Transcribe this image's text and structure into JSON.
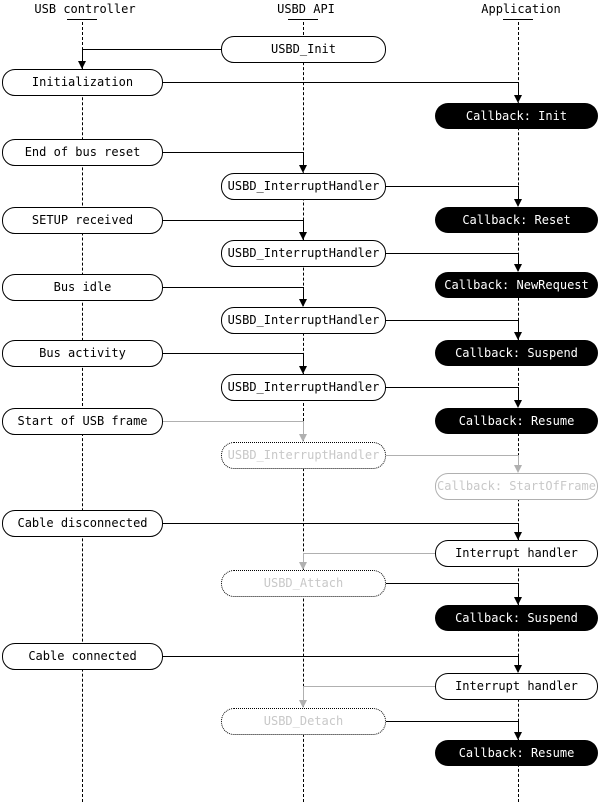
{
  "diagram": {
    "lifelines": [
      {
        "label": "USB controller"
      },
      {
        "label": "USBD API"
      },
      {
        "label": "Application"
      }
    ],
    "nodes": {
      "usbd_init": "USBD_Init",
      "initialization": "Initialization",
      "cb_init": "Callback: Init",
      "end_of_bus_reset": "End of bus reset",
      "ih1": "USBD_InterruptHandler",
      "setup_received": "SETUP received",
      "cb_reset": "Callback: Reset",
      "ih2": "USBD_InterruptHandler",
      "bus_idle": "Bus idle",
      "cb_newrequest": "Callback: NewRequest",
      "ih3": "USBD_InterruptHandler",
      "bus_activity": "Bus activity",
      "cb_suspend1": "Callback: Suspend",
      "ih4": "USBD_InterruptHandler",
      "start_of_usb_frame": "Start of USB frame",
      "cb_resume1": "Callback: Resume",
      "ih5": "USBD_InterruptHandler",
      "cb_startofframe": "Callback: StartOfFrame",
      "cable_disconnected": "Cable disconnected",
      "int_handler1": "Interrupt handler",
      "usbd_attach": "USBD_Attach",
      "cb_suspend2": "Callback: Suspend",
      "cable_connected": "Cable connected",
      "int_handler2": "Interrupt handler",
      "usbd_detach": "USBD_Detach",
      "cb_resume2": "Callback: Resume"
    },
    "colors": {
      "line": "#000000",
      "inactive_line": "#b0b0b0",
      "inactive_text": "#c8c8c8",
      "callback_bg": "#000000",
      "callback_text": "#ffffff"
    }
  }
}
